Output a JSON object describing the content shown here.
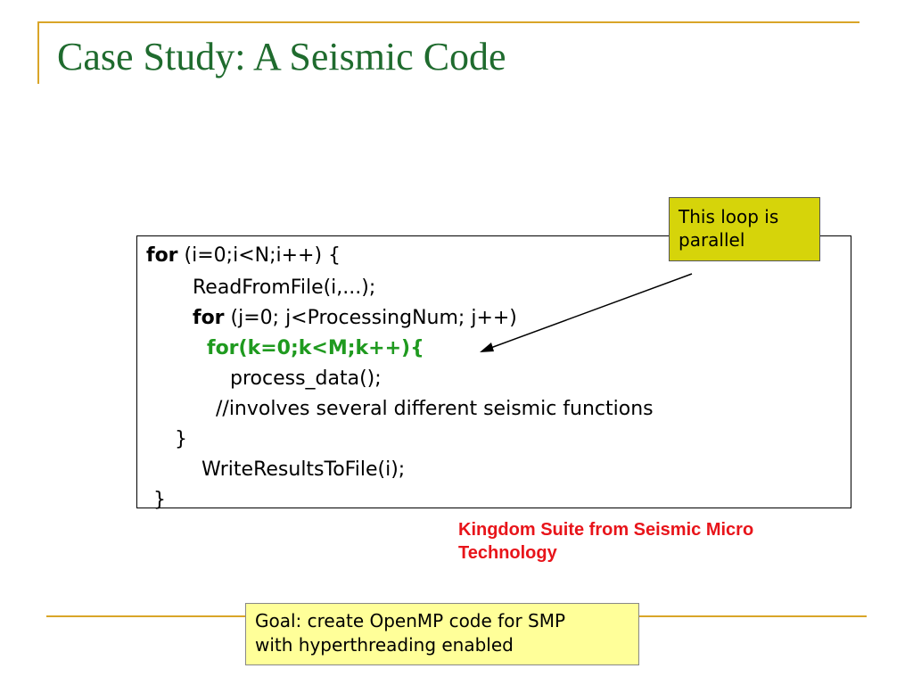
{
  "slide": {
    "title": "Case Study: A Seismic Code"
  },
  "code": {
    "line1_kw": "for",
    "line1_rest": " (i=0;i<N;i++) {",
    "line2": "ReadFromFile(i,...);",
    "line3_kw": "for",
    "line3_rest": " (j=0; j<ProcessingNum; j++)",
    "line4": "for(k=0;k<M;k++){",
    "line5": "process_data();",
    "line6": "//involves several different seismic functions",
    "line7": "}",
    "line8": "WriteResultsToFile(i);",
    "line9": "}"
  },
  "callout": {
    "line1": "This loop is",
    "line2": "parallel"
  },
  "credit": {
    "line1": "Kingdom Suite from Seismic Micro",
    "line2": "Technology"
  },
  "goal": {
    "line1": "Goal: create OpenMP code for SMP",
    "line2": "with hyperthreading enabled"
  },
  "colors": {
    "title": "#1f6b2e",
    "accent_rule": "#d9a528",
    "highlight_code": "#1f9a1f",
    "callout_bg": "#d6d40a",
    "credit_text": "#e8141a",
    "goal_bg": "#ffff99"
  }
}
